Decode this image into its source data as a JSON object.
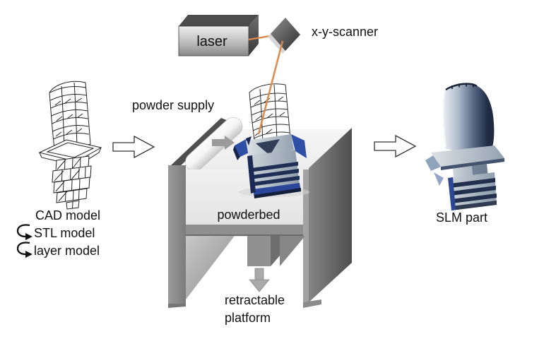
{
  "figure": {
    "type": "slm-process-diagram",
    "background": "#ffffff",
    "laser": {
      "label": "laser"
    },
    "scanner": {
      "label": "x-y-scanner"
    },
    "powder_supply": {
      "label": "powder supply"
    },
    "powderbed": {
      "label": "powderbed"
    },
    "platform": {
      "label_line1": "retractable",
      "label_line2": "platform"
    },
    "model_stages": [
      {
        "label": "CAD model"
      },
      {
        "label": "STL model"
      },
      {
        "label": "layer model"
      }
    ],
    "output": {
      "label": "SLM part"
    },
    "colors": {
      "laser_beam": "#d98a4c",
      "machine_gray": "#8c8c8c",
      "machine_dark": "#5a5a5a",
      "powderbed_surface": "#f1f1f1",
      "part_royal_blue": "#2e4fa5",
      "part_navy": "#18254a",
      "part_steel": "#c9d1d8",
      "wireframe_stroke": "#222222",
      "text": "#111111"
    }
  }
}
